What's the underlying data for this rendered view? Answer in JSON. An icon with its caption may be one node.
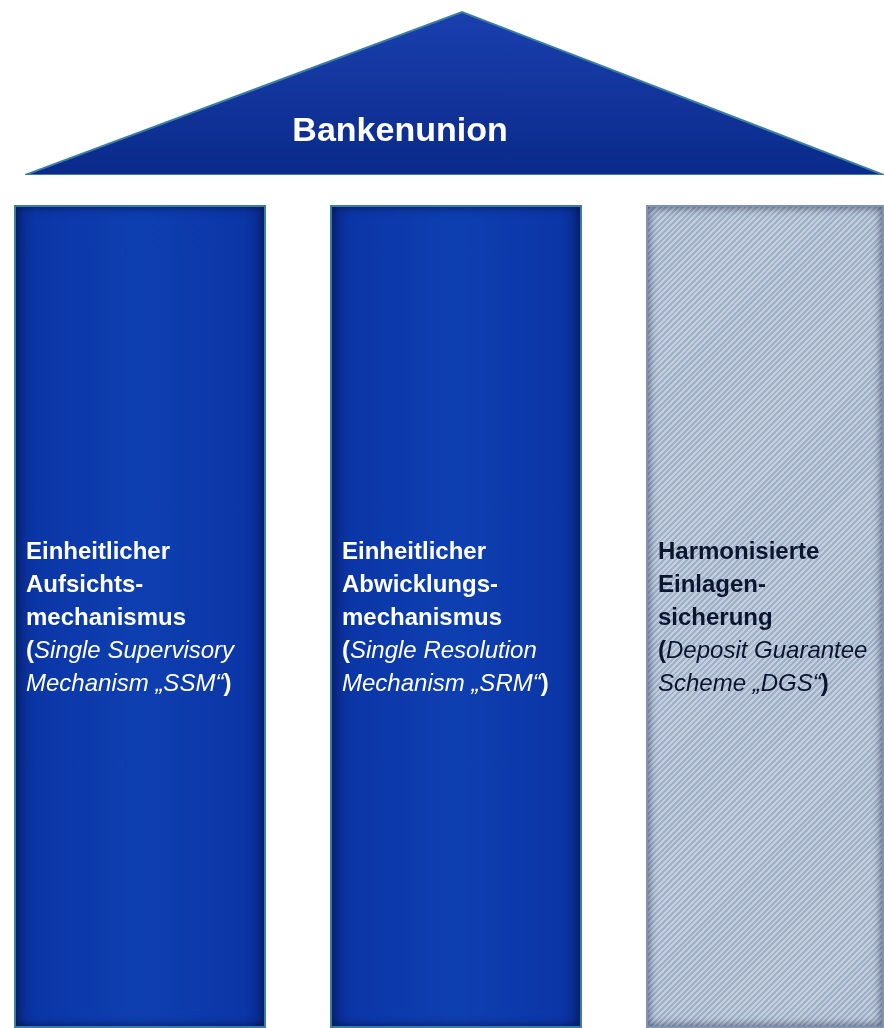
{
  "diagram": {
    "nodes": [
      {
        "text": [
          "Bankenunion"
        ]
      },
      {
        "text": [
          "Einheitlicher Aufsichts- mechanismus",
          "(*Single Supervisory Mechanism „SSM“*)"
        ]
      },
      {
        "text": [
          "Einheitlicher Abwicklungs- mechanismus",
          "(*Single Resolution Mechanism „SRM“*)"
        ]
      },
      {
        "text": [
          "Harmonisierte Einlagen- sicherung",
          "(*Deposit Guarantee Scheme „DGS“*)"
        ]
      }
    ]
  }
}
